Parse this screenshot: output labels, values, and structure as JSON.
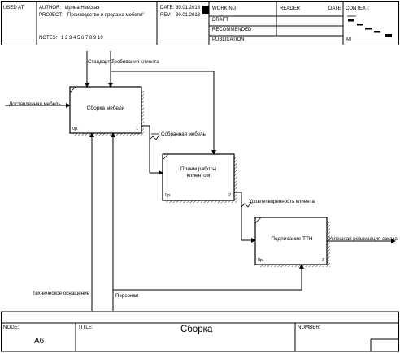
{
  "header": {
    "used_at_label": "USED AT:",
    "author_label": "AUTHOR:",
    "author_value": "Ирина Невская",
    "project_label": "PROJECT:",
    "project_value": "Производство и продажа мебели\"",
    "notes_label": "NOTES:",
    "notes_value": "1  2  3  4  5  6  7  8  9  10",
    "date_label": "DATE:",
    "date_value": "30.01.2013",
    "rev_label": "REV:",
    "rev_value": "30.01.2013",
    "status_working": "WORKING",
    "status_draft": "DRAFT",
    "status_recommended": "RECOMMENDED",
    "status_publication": "PUBLICATION",
    "reader_label": "READER",
    "date2_label": "DATE",
    "context_label": "CONTEXT:",
    "context_node": "A0"
  },
  "diagram": {
    "boxes": [
      {
        "label": "Сборка мебели",
        "number": "1",
        "cost": "0р."
      },
      {
        "label": "Прием работы клиентом",
        "number": "2",
        "cost": "0р."
      },
      {
        "label": "Подписание ТТН",
        "number": "3",
        "cost": "0р."
      }
    ],
    "arrows": {
      "control_standards": "Стандарты",
      "control_client_req": "Требования клиента",
      "input_delivered": "Доставленная мебель",
      "assembled": "Собранная мебель",
      "satisfaction": "Удовлетворенность клиента",
      "output_success": "Успешная реализация заказа",
      "mech_equipment": "Техническое оснащение",
      "mech_personnel": "Персонал"
    }
  },
  "footer": {
    "node_label": "NODE:",
    "node_value": "A6",
    "title_label": "TITLE:",
    "title_value": "Сборка",
    "number_label": "NUMBER:"
  }
}
